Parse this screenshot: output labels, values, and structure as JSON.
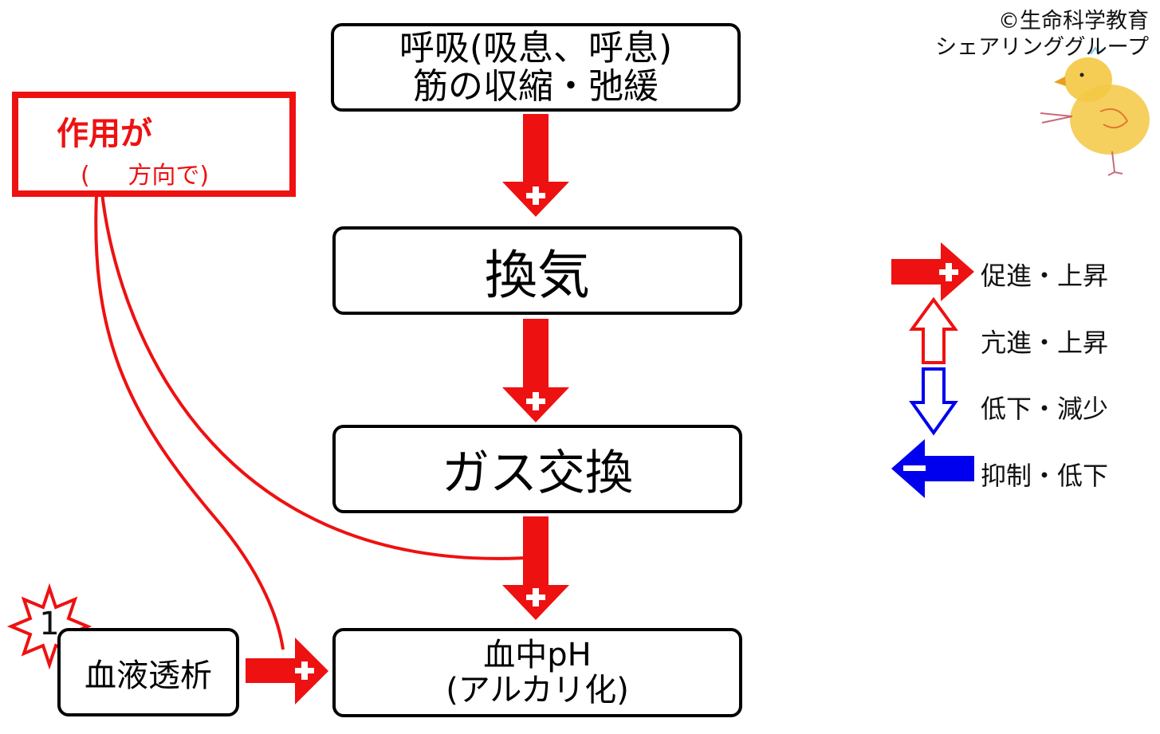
{
  "copyright": {
    "line1": "©生命科学教育",
    "line2": "シェアリンググループ"
  },
  "boxes": {
    "respiration": {
      "line1": "呼吸(吸息、呼息)",
      "line2": "筋の収縮・弛緩"
    },
    "ventilation": {
      "label": "換気"
    },
    "gas_exchange": {
      "label": "ガス交換"
    },
    "blood_ph": {
      "line1": "血中pH",
      "line2": "(アルカリ化)"
    },
    "dialysis": {
      "label": "血液透析"
    }
  },
  "action_box": {
    "title": "作用が",
    "subtitle": "(     方向で)"
  },
  "burst": {
    "number": "1"
  },
  "legend": [
    {
      "label": "促進・上昇",
      "symbol": "plus-arrow-right",
      "color": "#ee1111"
    },
    {
      "label": "亢進・上昇",
      "symbol": "hollow-arrow-up",
      "color": "#ee1111"
    },
    {
      "label": "低下・減少",
      "symbol": "hollow-arrow-down",
      "color": "#0000ee"
    },
    {
      "label": "抑制・低下",
      "symbol": "minus-arrow-left",
      "color": "#0000ee"
    }
  ],
  "colors": {
    "red": "#ee1111",
    "blue": "#0000ee",
    "chick": "#f4c842"
  }
}
